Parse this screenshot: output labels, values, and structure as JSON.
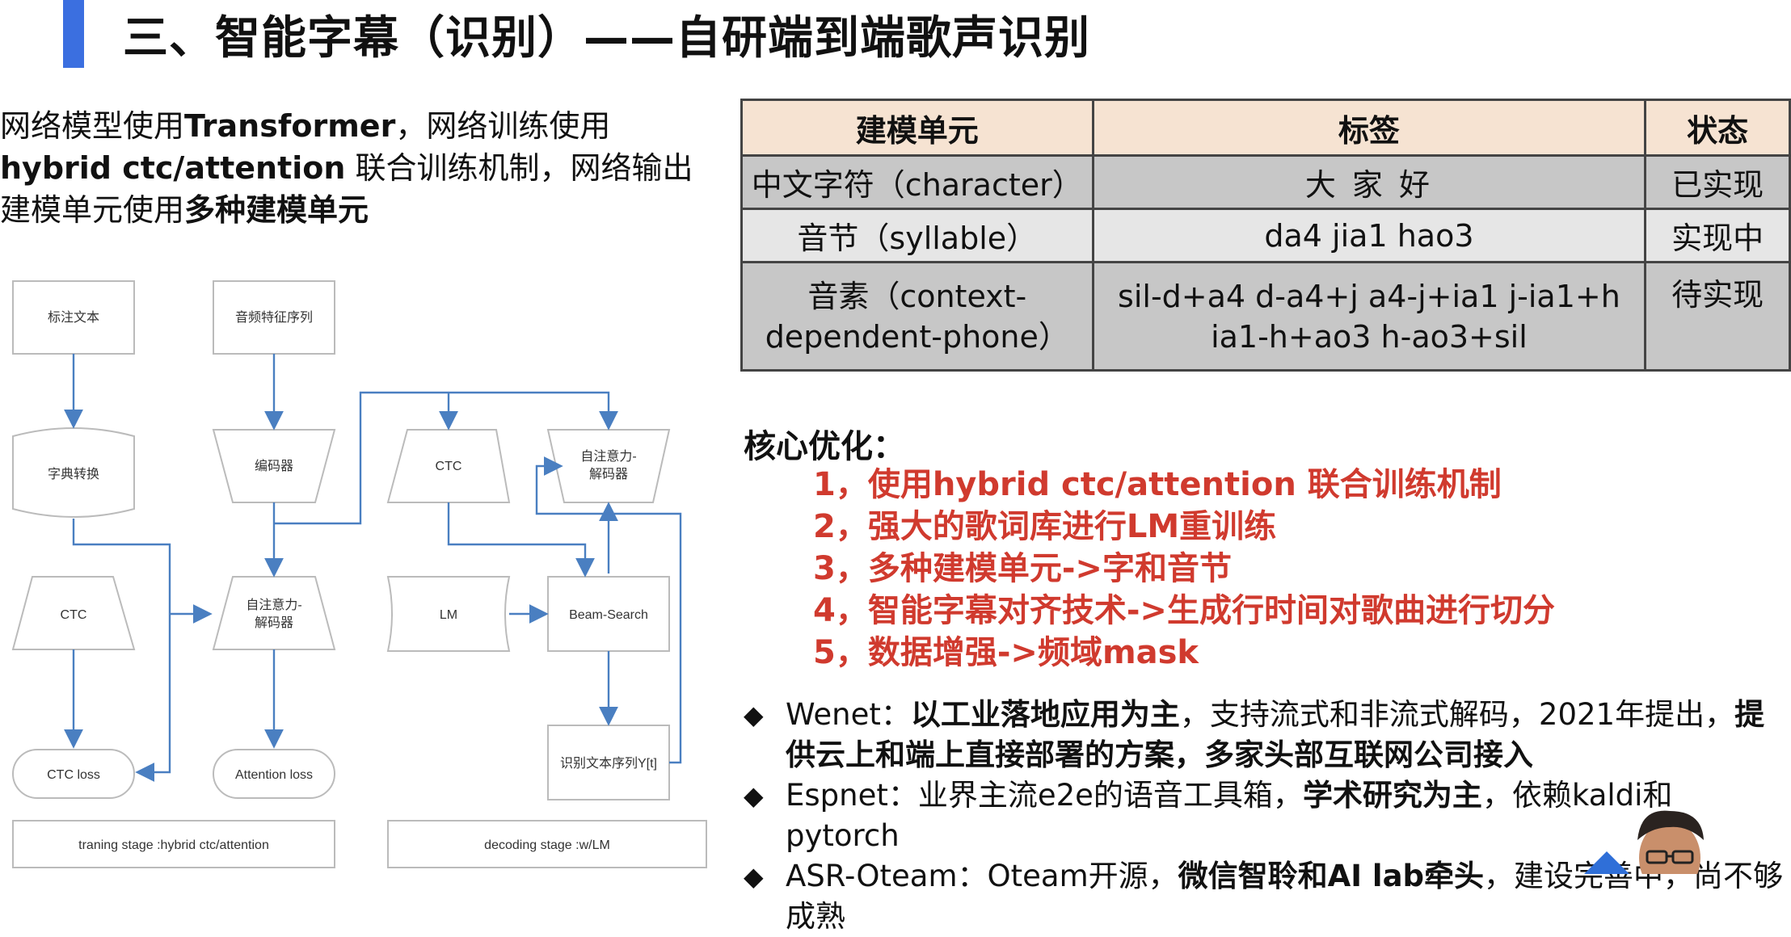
{
  "title": "三、智能字幕（识别）——自研端到端歌声识别",
  "intro": {
    "l1a": "网络模型使用",
    "l1b": "Transformer",
    "l1c": "，网络训练使用",
    "l2a": "hybrid ctc/attention",
    "l2b": " 联合训练机制，网络输出",
    "l3a": "建模单元使用",
    "l3b": "多种建模单元"
  },
  "table": {
    "headers": [
      "建模单元",
      "标签",
      "状态"
    ],
    "rows": [
      {
        "unit": "中文字符（character）",
        "label": "大 家 好",
        "status": "已实现"
      },
      {
        "unit": "音节（syllable）",
        "label": "da4 jia1 hao3",
        "status": "实现中"
      },
      {
        "unit_l1": "音素（context-",
        "unit_l2": "dependent-phone）",
        "label_l1": "sil-d+a4 d-a4+j a4-j+ia1 j-ia1+h",
        "label_l2": "ia1-h+ao3 h-ao3+sil",
        "status": "待实现"
      }
    ]
  },
  "core": {
    "title": "核心优化：",
    "items": [
      "1，使用hybrid ctc/attention 联合训练机制",
      "2，强大的歌词库进行LM重训练",
      "3，多种建模单元->字和音节",
      "4，智能字幕对齐技术->生成行时间对歌曲进行切分",
      "5，数据增强->频域mask"
    ]
  },
  "bullets": {
    "b1": {
      "a": "Wenet：",
      "b": "以工业落地应用为主",
      "c": "，支持流式和非流式解码，2021年提出，",
      "d": "提供云上和端上直接部署的方案，多家头部互联网公司接入"
    },
    "b2": {
      "a": "Espnet：业界主流e2e的语音工具箱，",
      "b": "学术研究为主",
      "c": "，依赖kaldi和pytorch"
    },
    "b3": {
      "a": "ASR-Oteam：Oteam开源，",
      "b": "微信智聆和AI lab牵头",
      "c": "，建设完善中，尚不够成熟"
    }
  },
  "diagram": {
    "label_text": "标注文本",
    "audio_feat": "音频特征序列",
    "dict_convert": "字典转换",
    "encoder": "编码器",
    "ctc_top": "CTC",
    "self_attn_decoder_top_l1": "自注意力-",
    "self_attn_decoder_top_l2": "解码器",
    "ctc_left": "CTC",
    "self_attn_decoder_mid_l1": "自注意力-",
    "self_attn_decoder_mid_l2": "解码器",
    "lm": "LM",
    "beam_search": "Beam-Search",
    "recog_seq": "识别文本序列Y[t]",
    "ctc_loss": "CTC loss",
    "attention_loss": "Attention loss",
    "train_stage": "traning stage :hybrid ctc/attention",
    "decode_stage": "decoding stage :w/LM"
  },
  "colors": {
    "accent": "#3b6fe0",
    "core_red": "#d03a2e",
    "arrow": "#4a7fc1",
    "header_bg": "#f6e3d2"
  }
}
